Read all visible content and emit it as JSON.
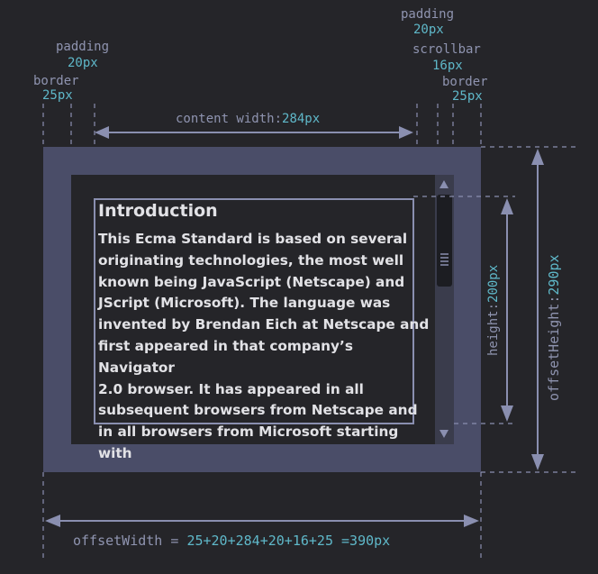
{
  "labels": {
    "padding_top_right": {
      "name": "padding",
      "value": "20px"
    },
    "padding_left": {
      "name": "padding",
      "value": "20px"
    },
    "scrollbar": {
      "name": "scrollbar",
      "value": "16px"
    },
    "border_left": {
      "name": "border",
      "value": "25px"
    },
    "border_right": {
      "name": "border",
      "value": "25px"
    },
    "content_width": {
      "name": "content width:",
      "value": "284px"
    },
    "height": {
      "name": "height:",
      "value": "200px"
    },
    "offset_height": {
      "name": "offsetHeight:",
      "value": "290px"
    },
    "offset_width": {
      "name": "offsetWidth = ",
      "value": "25+20+284+20+16+25 =390px"
    }
  },
  "content": {
    "title": "Introduction",
    "lines": [
      "This Ecma Standard is based on several",
      "originating technologies, the most well",
      "known being JavaScript (Netscape) and",
      "JScript (Microsoft). The language was",
      "invented by Brendan Eich at Netscape and",
      "first appeared in that company’s Navigator",
      "2.0 browser. It has appeared in all",
      "subsequent browsers from Netscape and",
      "in all browsers from Microsoft starting",
      "with"
    ]
  },
  "colors": {
    "background": "#252529",
    "border_box": "#4a4d68",
    "inner_box": "#252529",
    "guide": "#8a8fb0",
    "label": "#8f94b0",
    "value": "#5fb8c9",
    "text": "#e2e2e6"
  }
}
